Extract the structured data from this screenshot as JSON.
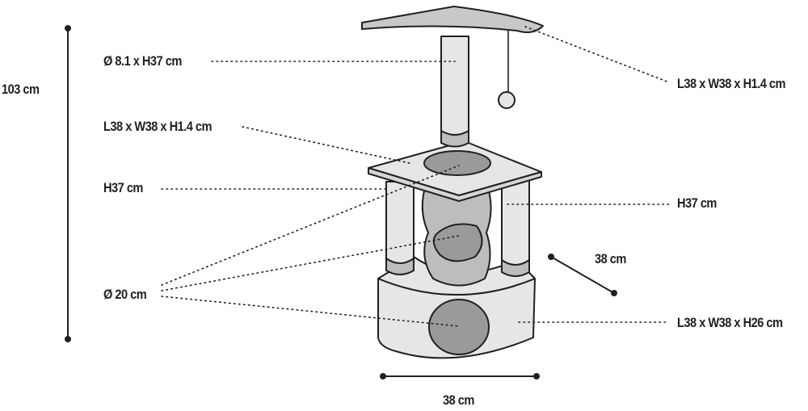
{
  "labels": {
    "total_height": "103 cm",
    "post_dimensions": "Ø 8.1 x H37 cm",
    "top_platform": "L38 x W38 x H1.4 cm",
    "middle_platform": "L38 x W38 x H1.4 cm",
    "pillar_height_left": "H37 cm",
    "pillar_height_right": "H37 cm",
    "hole_diameter": "Ø 20 cm",
    "depth": "38 cm",
    "base_dimensions": "L38 x W38 x H26 cm",
    "width": "38 cm"
  },
  "colors": {
    "outline": "#231f20",
    "body_fill": "#e6e6e6",
    "hole_fill": "#9a9a9a",
    "tube_fill": "#bdbdbd",
    "top_fill": "#c8c8c8"
  }
}
